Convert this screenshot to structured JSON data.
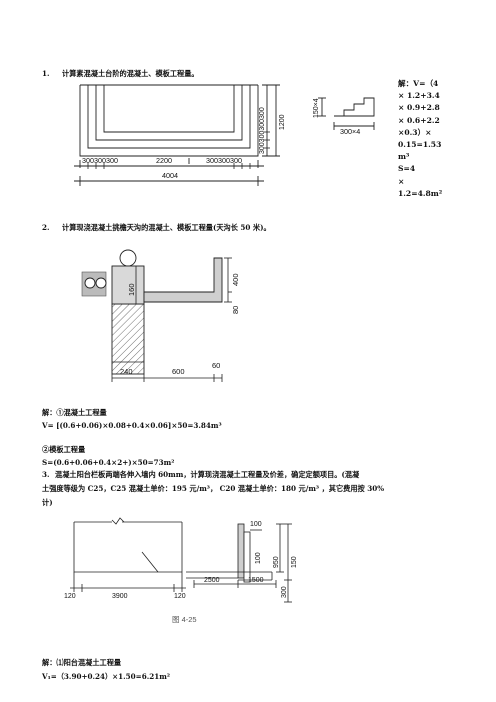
{
  "q1": {
    "num": "1.",
    "text": "计算素混凝土台阶的混凝土、模板工程量。",
    "plan_dims": {
      "bottom_left": "300300300",
      "bottom_mid": "2200",
      "bottom_right": "300300300",
      "total": "4004",
      "right_v": "300300300300",
      "right_h": "1200"
    },
    "section_dims": {
      "height": "150×4",
      "width": "300×4"
    },
    "solution": "解：V=（4\n× 1.2+3.4\n× 0.9+2.8\n× 0.6+2.2\n×0.3）×\n0.15=1.53\nm³\n      S=4\n×\n1.2=4.8m²"
  },
  "q2": {
    "num": "2.",
    "text": "计算现浇混凝土挑檐天沟的混凝土、模板工程量(天沟长 50 米)。",
    "dims": {
      "d400": "400",
      "d160": "160",
      "d80": "80",
      "d240": "240",
      "d600": "600",
      "d60": "60"
    },
    "sol_head": "解：①混凝土工程量",
    "sol_v": "V= [(0.6+0.06)×0.08+0.4×0.06]×50=3.84m³",
    "sol_form_head": "②模板工程量",
    "sol_s": "S=(0.6+0.06+0.4×2+)×50=73m²"
  },
  "q3": {
    "num": "3.",
    "text_lines": [
      "混凝土阳台栏板两端各伸入墙内 60mm，计算现浇混凝土工程量及价差，确定定额项目。(混凝",
      "土强度等级为 C25，C25 混凝土单价：195 元/m³，  C20 混凝土单价：180 元/m³ ，其它费用按 30%",
      "计)"
    ],
    "dims": {
      "d120a": "120",
      "d3900": "3900",
      "d120b": "120",
      "d100": "100",
      "d950": "950",
      "d300": "300",
      "d150": "150",
      "d2500": "2500",
      "d1500": "1500"
    },
    "caption": "图 4-25",
    "sol_head": "解：⑴阳台混凝土工程量",
    "sol_v1": "V₁=（3.90+0.24）×1.50=6.21m²"
  }
}
